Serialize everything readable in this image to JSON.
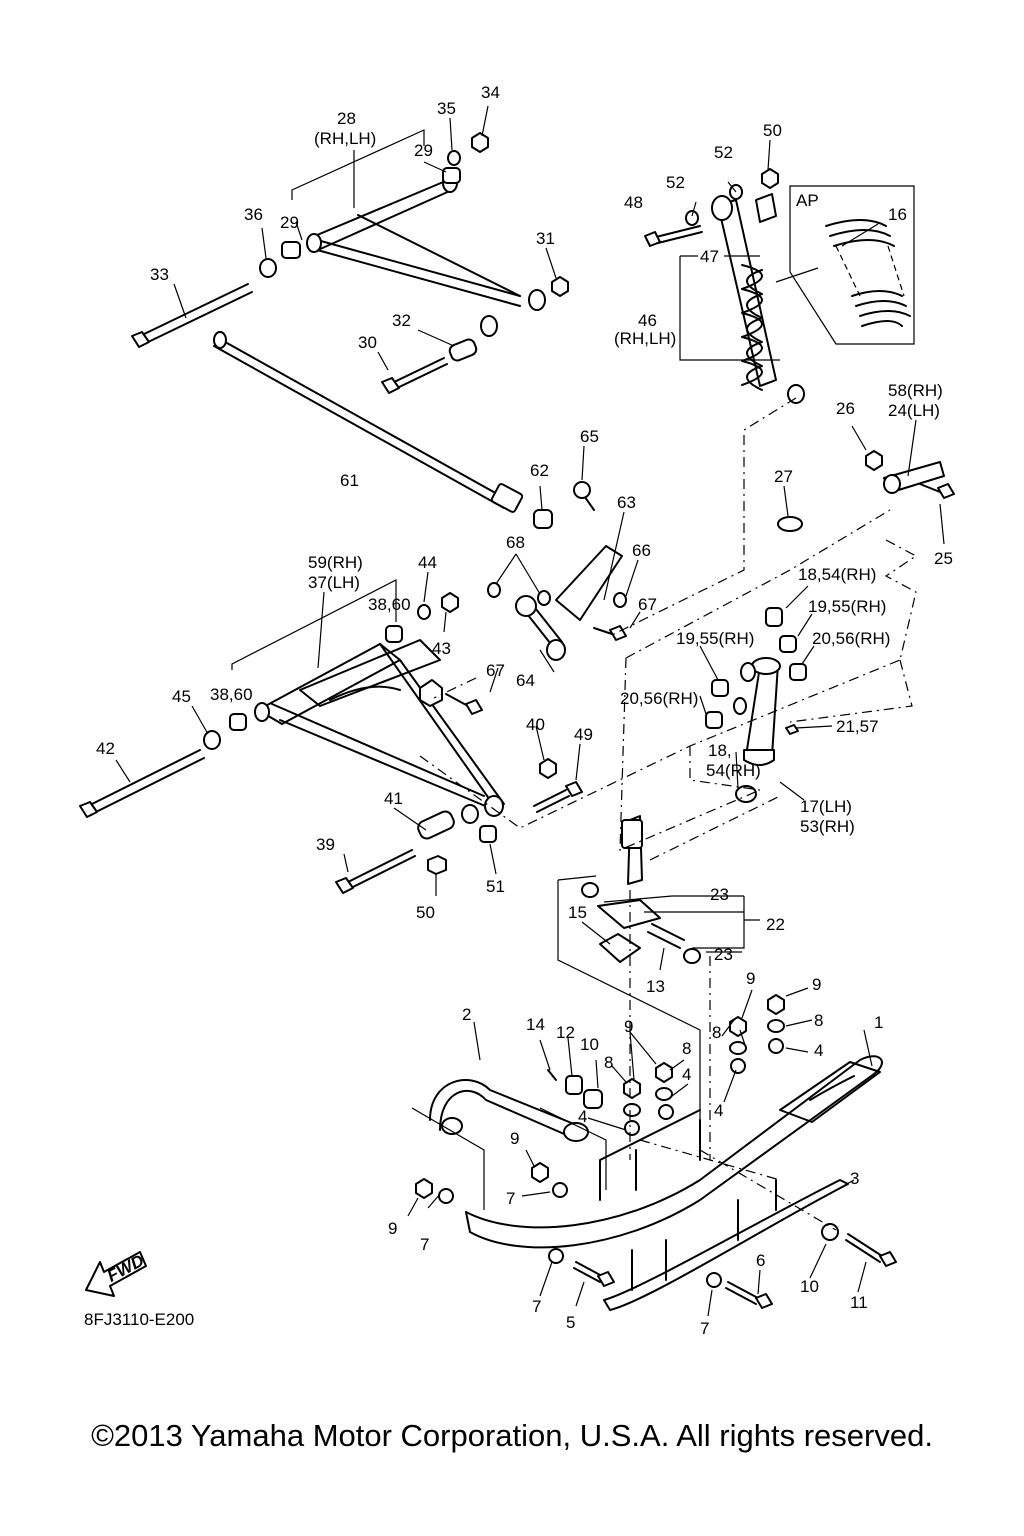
{
  "diagram": {
    "code": "8FJ3110-E200",
    "copyright": "©2013 Yamaha Motor Corporation, U.S.A. All rights reserved.",
    "fwd_label": "FWD",
    "inset_label": "AP",
    "callouts": {
      "c1": "1",
      "c2": "2",
      "c3": "3",
      "c4a": "4",
      "c4b": "4",
      "c4c": "4",
      "c4d": "4",
      "c5": "5",
      "c6": "6",
      "c7a": "7",
      "c7b": "7",
      "c7c": "7",
      "c7d": "7",
      "c8a": "8",
      "c8b": "8",
      "c8c": "8",
      "c8d": "8",
      "c9a": "9",
      "c9b": "9",
      "c9c": "9",
      "c9d": "9",
      "c9e": "9",
      "c10a": "10",
      "c10b": "10",
      "c11": "11",
      "c12": "12",
      "c13": "13",
      "c14": "14",
      "c15": "15",
      "c16": "16",
      "c17": "17(LH)",
      "c53": "53(RH)",
      "c18a": "18,54(RH)",
      "c18b": "18,",
      "c18c": "54(RH)",
      "c19a": "19,55(RH)",
      "c19b": "19,55(RH)",
      "c20a": "20,56(RH)",
      "c20b": "20,56(RH)",
      "c21": "21,57",
      "c22": "22",
      "c23a": "23",
      "c23b": "23",
      "c58": "58(RH)",
      "c24": "24(LH)",
      "c25": "25",
      "c26": "26",
      "c27": "27",
      "c28": "28",
      "c28b": "(RH,LH)",
      "c29a": "29",
      "c29b": "29",
      "c30": "30",
      "c31": "31",
      "c32": "32",
      "c33": "33",
      "c34": "34",
      "c35": "35",
      "c36": "36",
      "c59": "59(RH)",
      "c37": "37(LH)",
      "c38a": "38,60",
      "c38b": "38,60",
      "c39": "39",
      "c40": "40",
      "c41": "41",
      "c42": "42",
      "c43": "43",
      "c44": "44",
      "c45": "45",
      "c46": "46",
      "c46b": "(RH,LH)",
      "c47": "47",
      "c48": "48",
      "c49": "49",
      "c50a": "50",
      "c50b": "50",
      "c51": "51",
      "c52a": "52",
      "c52b": "52",
      "c61": "61",
      "c62": "62",
      "c63": "63",
      "c64": "64",
      "c65": "65",
      "c66": "66",
      "c67a": "67",
      "c67b": "67",
      "c68": "68"
    }
  }
}
